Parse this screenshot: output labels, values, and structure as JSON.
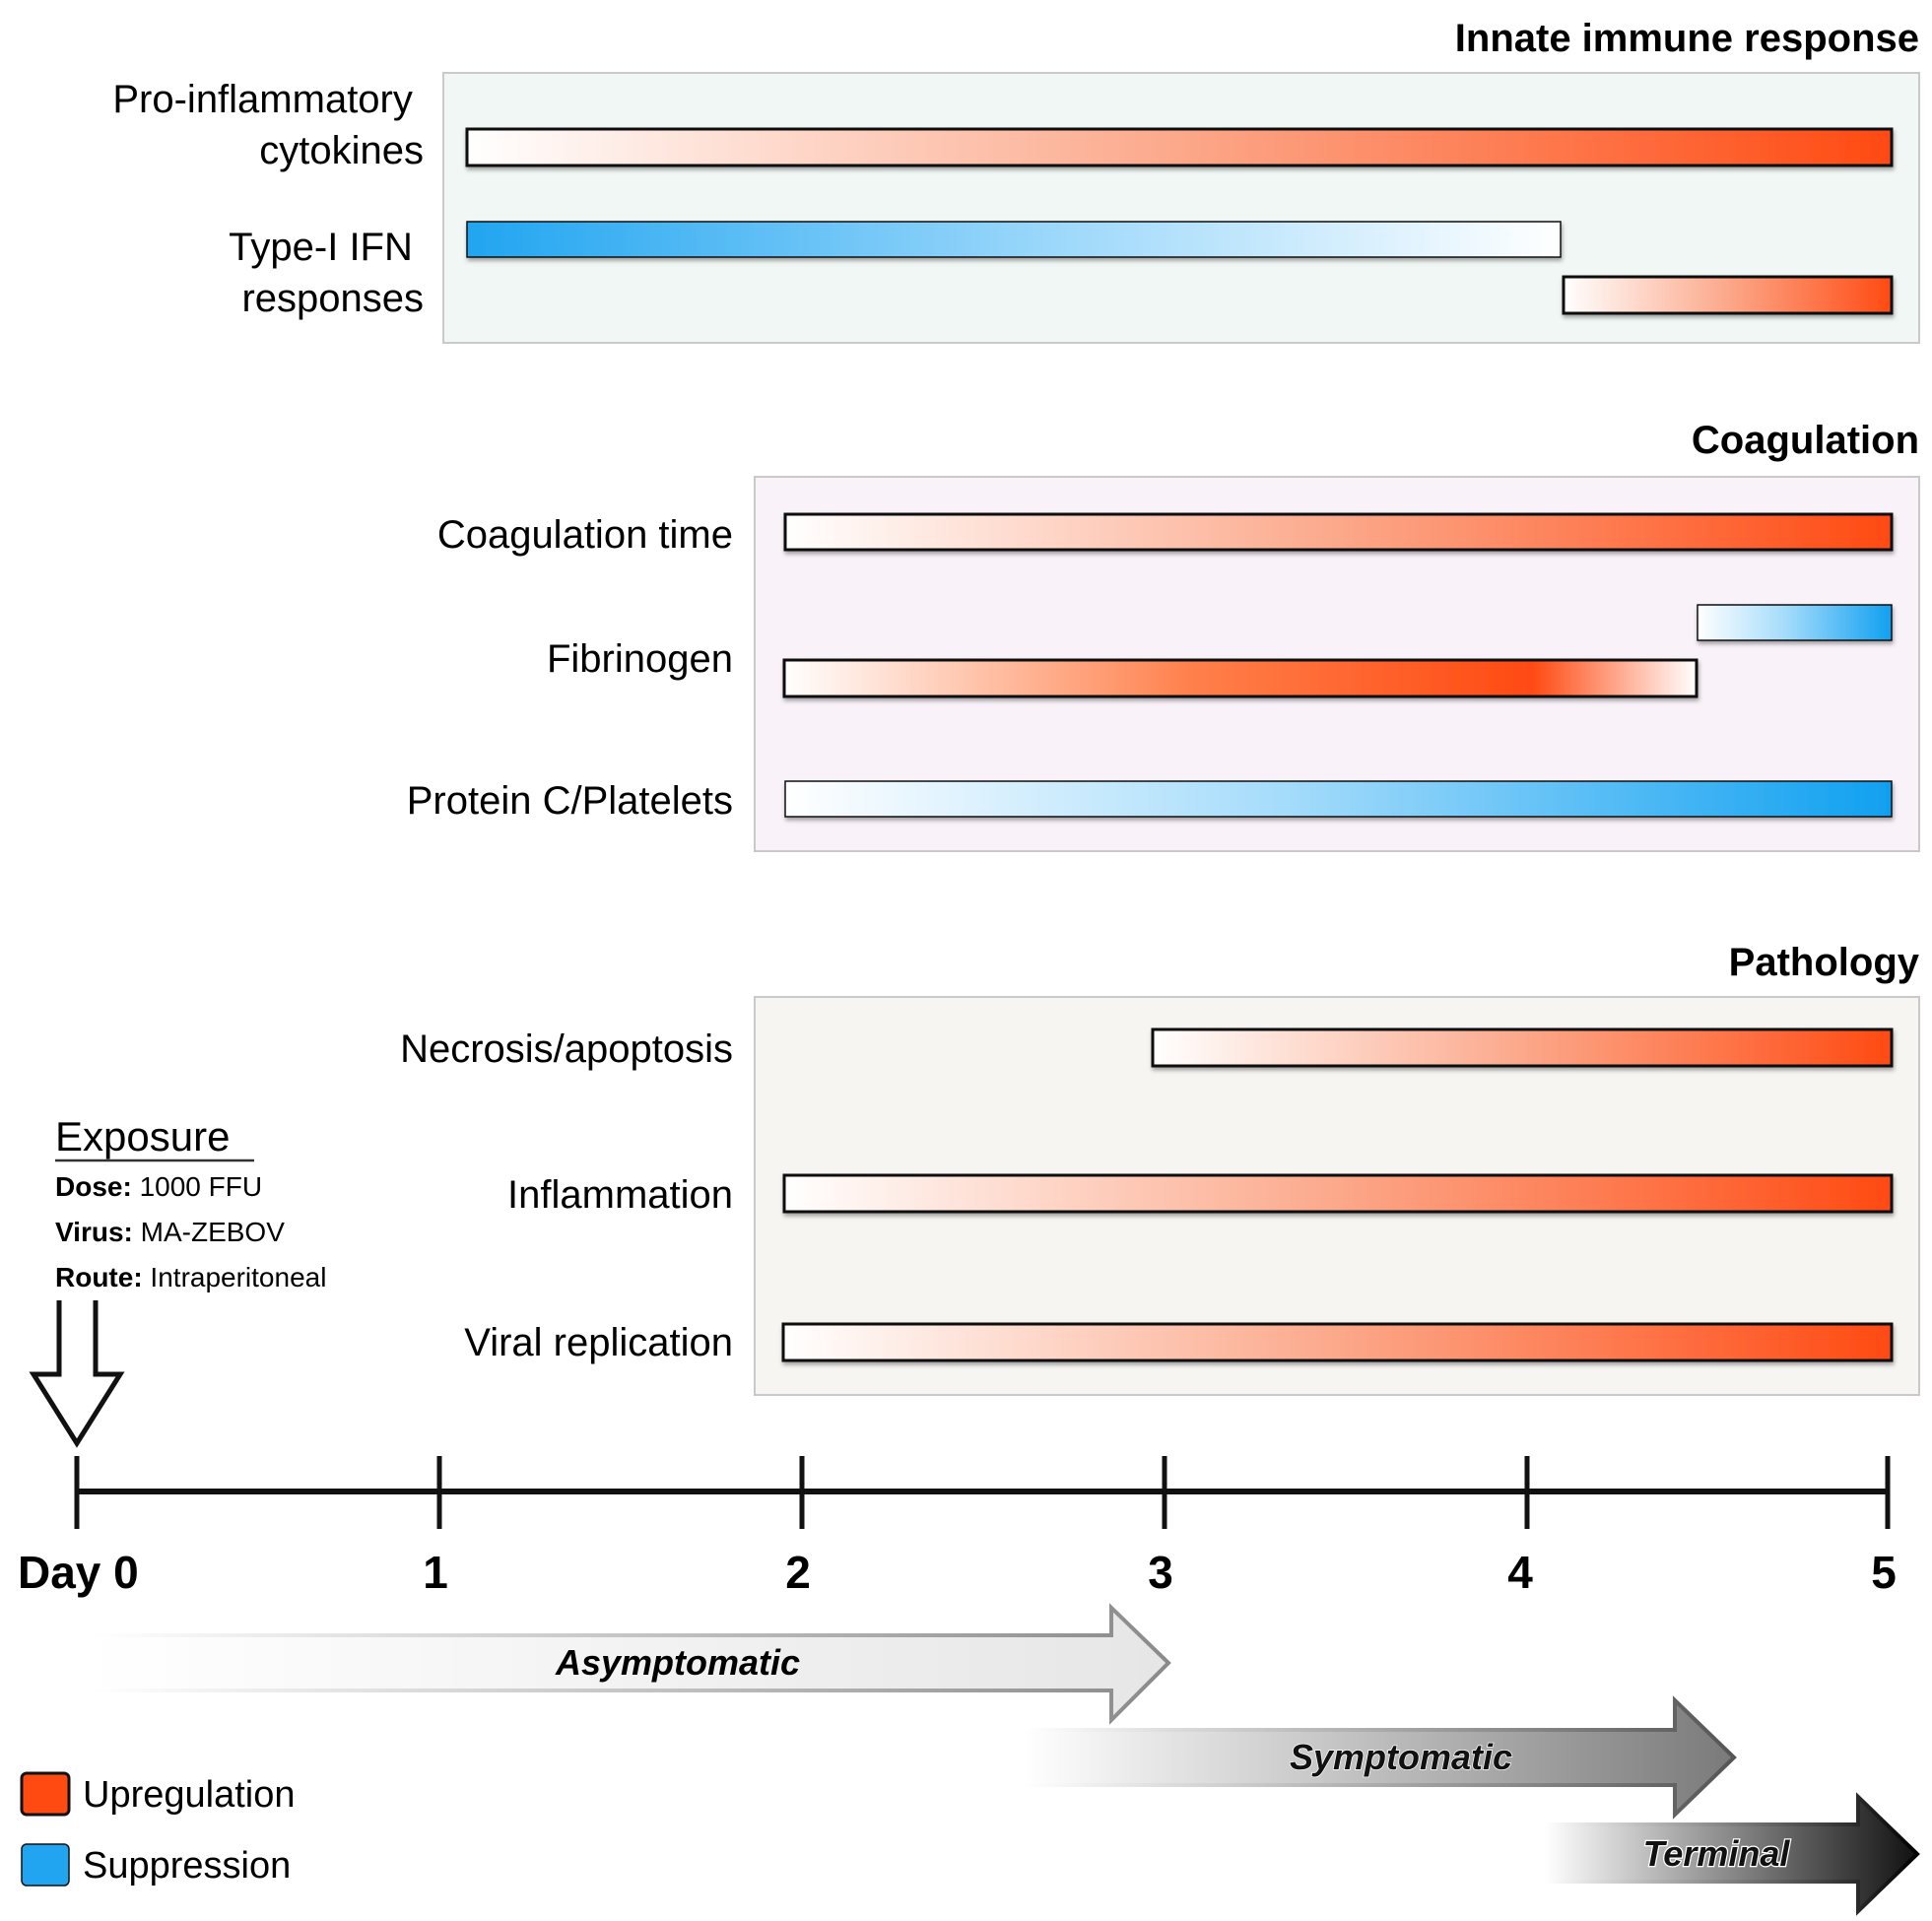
{
  "days": [
    "Day 0",
    "1",
    "2",
    "3",
    "4",
    "5"
  ],
  "sections": [
    {
      "title": "Innate immune response",
      "rows": [
        {
          "label_lines": [
            "Pro-inflammatory",
            "cytokines"
          ]
        },
        {
          "label_lines": [
            "Type-I IFN",
            "responses"
          ]
        }
      ]
    },
    {
      "title": "Coagulation",
      "rows": [
        {
          "label_lines": [
            "Coagulation time"
          ]
        },
        {
          "label_lines": [
            "Fibrinogen"
          ]
        },
        {
          "label_lines": [
            "Protein C/Platelets"
          ]
        }
      ]
    },
    {
      "title": "Pathology",
      "rows": [
        {
          "label_lines": [
            "Necrosis/apoptosis"
          ]
        },
        {
          "label_lines": [
            "Inflammation"
          ]
        },
        {
          "label_lines": [
            "Viral replication"
          ]
        }
      ]
    }
  ],
  "exposure": {
    "title": "Exposure",
    "details": [
      {
        "key": "Dose:",
        "value": " 1000 FFU"
      },
      {
        "key": "Virus:",
        "value": " MA-ZEBOV"
      },
      {
        "key": "Route:",
        "value": " Intraperitoneal"
      }
    ]
  },
  "phases": [
    "Asymptomatic",
    "Symptomatic",
    "Terminal"
  ],
  "legend": [
    {
      "label": "Upregulation",
      "color": "#ff4a12"
    },
    {
      "label": "Suppression",
      "color": "#21a5f0"
    }
  ],
  "colors": {
    "up": "#ff4a12",
    "down": "#21a5f0"
  }
}
